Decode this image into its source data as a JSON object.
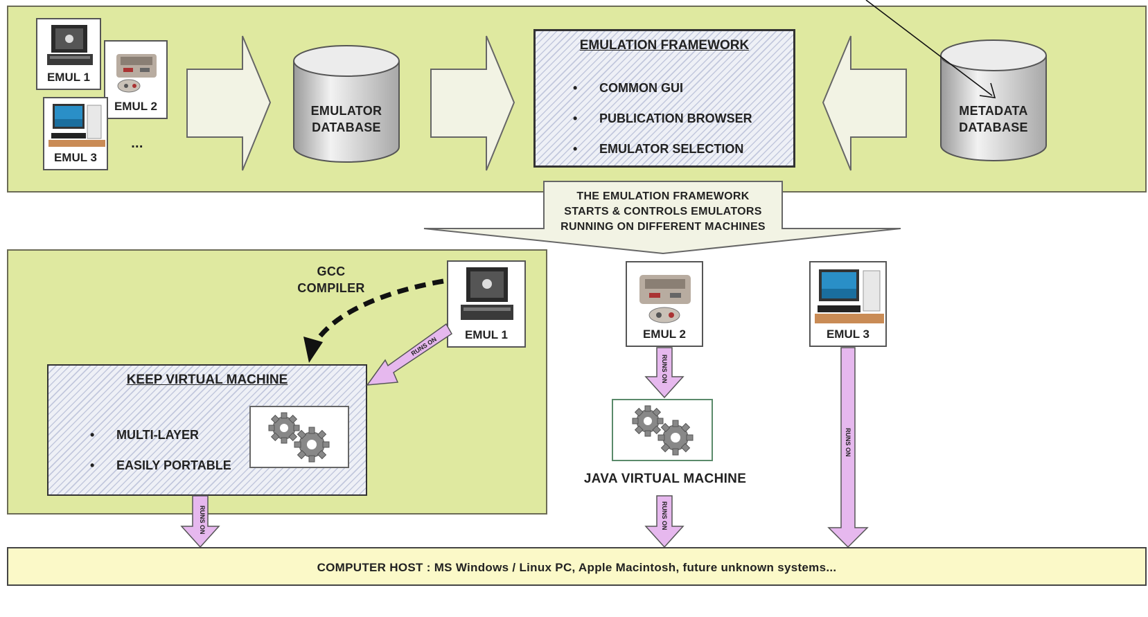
{
  "top_panel": {
    "emul1_label": "EMUL 1",
    "emul2_label": "EMUL 2",
    "emul3_label": "EMUL 3",
    "ellipsis": "...",
    "emulator_db_line1": "EMULATOR",
    "emulator_db_line2": "DATABASE",
    "framework_title": "EMULATION FRAMEWORK",
    "framework_items": [
      "COMMON GUI",
      "PUBLICATION BROWSER",
      "EMULATOR SELECTION"
    ],
    "metadata_db_line1": "METADATA",
    "metadata_db_line2": "DATABASE"
  },
  "callout": {
    "line1": "THE EMULATION FRAMEWORK",
    "line2": "STARTS & CONTROLS EMULATORS",
    "line3": "RUNNING ON DIFFERENT MACHINES"
  },
  "bottom_left": {
    "gcc_line1": "GCC",
    "gcc_line2": "COMPILER",
    "emul1_label": "EMUL 1",
    "kvm_title": "KEEP VIRTUAL MACHINE",
    "kvm_items": [
      "MULTI-LAYER",
      "EASILY PORTABLE"
    ]
  },
  "middle": {
    "emul2_label": "EMUL 2",
    "jvm_label": "JAVA VIRTUAL MACHINE",
    "emul3_label": "EMUL 3"
  },
  "runs_on": "RUNS ON",
  "host_text": "COMPUTER HOST : MS Windows / Linux PC, Apple Macintosh, future unknown systems...",
  "colors": {
    "panel_green": "#dfe9a0",
    "arrow_violet": "#e6b8ee",
    "host_yellow": "#fbf9c8",
    "hatch_blue": "#eef0f6"
  }
}
